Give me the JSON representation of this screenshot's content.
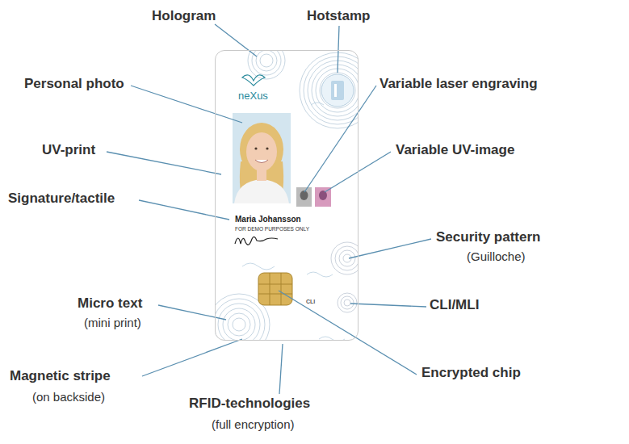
{
  "diagram": {
    "nodes": [
      {
        "text": [
          "neXus",
          "Maria Johansson",
          "FOR DEMO PURPOSES ONLY",
          "CLI"
        ]
      }
    ],
    "labels": [
      "Hologram",
      "Hotstamp",
      "Personal photo",
      "Variable laser engraving",
      "UV-print",
      "Variable UV-image",
      "Signature/tactile",
      "Security pattern",
      "(Guilloche)",
      "Micro text",
      "(mini print)",
      "CLI/MLI",
      "Magnetic stripe",
      "(on backside)",
      "RFID-technologies",
      "(full encryption)",
      "Encrypted chip"
    ]
  }
}
